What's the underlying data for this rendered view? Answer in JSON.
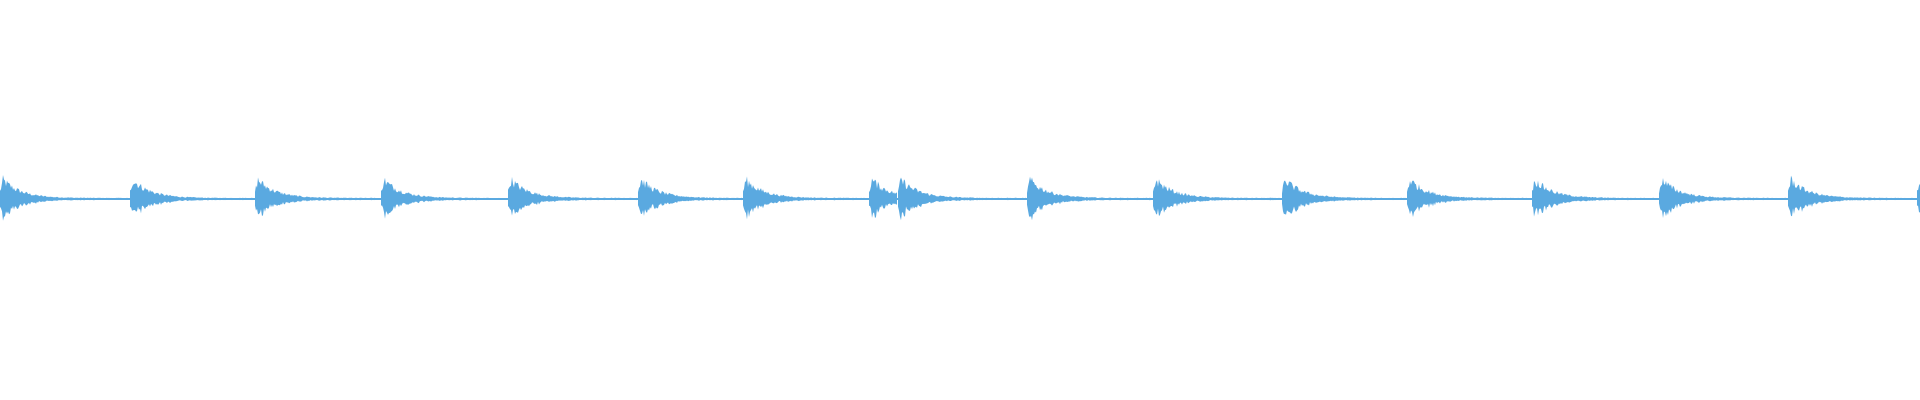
{
  "waveform": {
    "color": "#5aa9e0",
    "onsets": [
      0,
      130,
      255,
      381,
      508,
      638,
      743,
      869,
      898,
      1027,
      1153,
      1282,
      1407,
      1532,
      1659,
      1788,
      1917
    ],
    "onset_peak_amplitude": 0.12,
    "baseline_amplitude": 0.006
  }
}
